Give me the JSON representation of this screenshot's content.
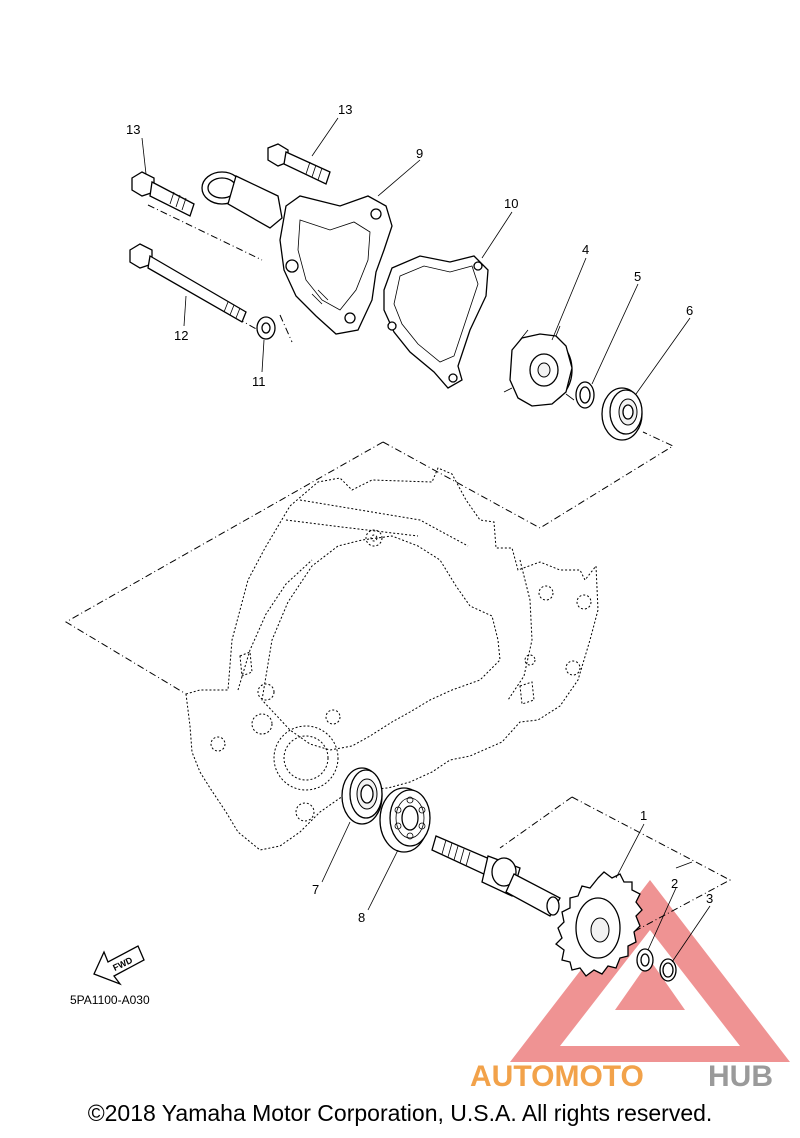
{
  "diagram": {
    "callouts": [
      {
        "id": "1",
        "label": "1"
      },
      {
        "id": "2",
        "label": "2"
      },
      {
        "id": "3",
        "label": "3"
      },
      {
        "id": "4",
        "label": "4"
      },
      {
        "id": "5",
        "label": "5"
      },
      {
        "id": "6",
        "label": "6"
      },
      {
        "id": "7",
        "label": "7"
      },
      {
        "id": "8",
        "label": "8"
      },
      {
        "id": "9",
        "label": "9"
      },
      {
        "id": "10",
        "label": "10"
      },
      {
        "id": "11",
        "label": "11"
      },
      {
        "id": "12",
        "label": "12"
      },
      {
        "id": "13a",
        "label": "13"
      },
      {
        "id": "13b",
        "label": "13"
      }
    ],
    "fwd_label": "FWD",
    "drawing_code": "5PA1100-A030"
  },
  "watermark": {
    "brand_part1": "AUTOMOTO",
    "brand_part2": "HUB",
    "colors": {
      "triangle": "#e23b3b",
      "part1": "#f2a24a",
      "part2": "#9a9a9a"
    }
  },
  "footer": {
    "copyright": "©2018 Yamaha Motor Corporation, U.S.A. All rights reserved."
  }
}
